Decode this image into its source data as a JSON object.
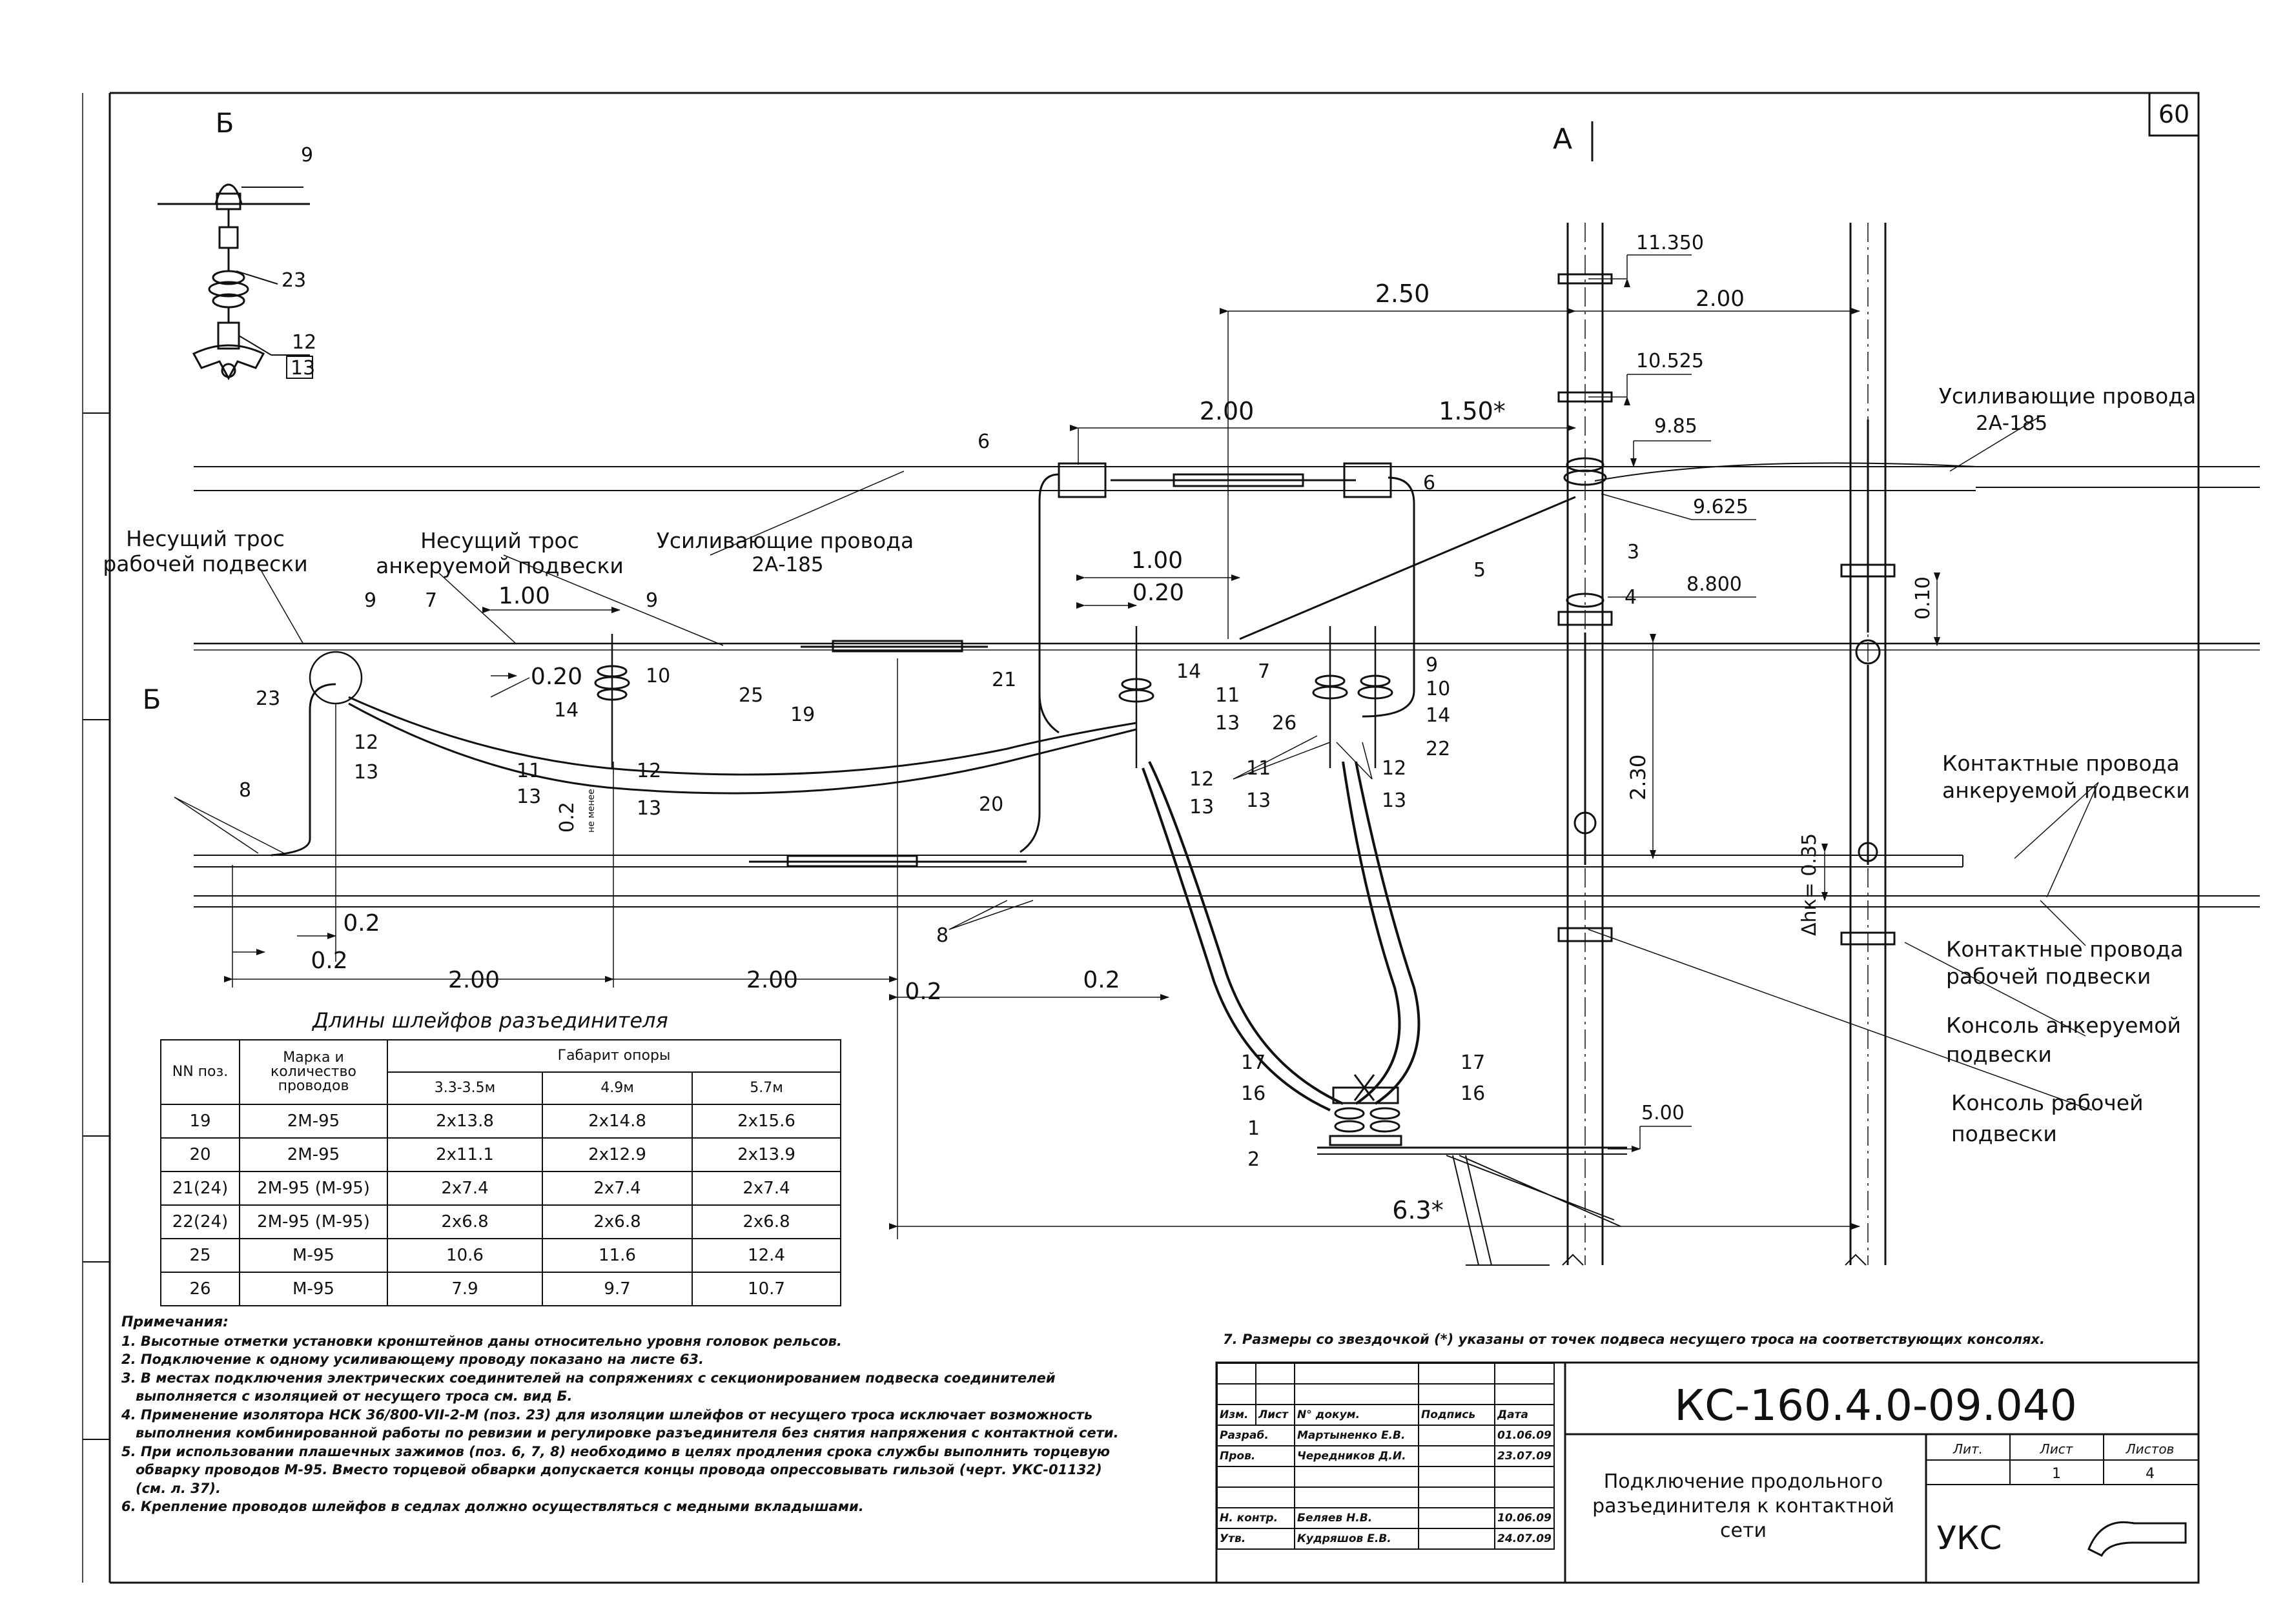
{
  "sheet_number": "60",
  "view_labels": {
    "section_b": "Б",
    "section_b_marker": "Б",
    "view_a": "А"
  },
  "detail_b_callouts": [
    "9",
    "23",
    "12",
    "13"
  ],
  "wire_labels": {
    "carrier_working_line1": "Несущий трос",
    "carrier_working_line2": "рабочей подвески",
    "carrier_anchored_line1": "Несущий трос",
    "carrier_anchored_line2": "анкеруемой подвески",
    "reinforcing_left_line1": "Усиливающие провода",
    "reinforcing_left_line2": "2А-185",
    "reinforcing_right_line1": "Усиливающие провода",
    "reinforcing_right_line2": "2А-185",
    "contact_anchored_line1": "Контактные провода",
    "contact_anchored_line2": "анкеруемой подвески",
    "contact_working_line1": "Контактные провода",
    "contact_working_line2": "рабочей подвески",
    "console_anchored_line1": "Консоль анкеруемой",
    "console_anchored_line2": "подвески",
    "console_working_line1": "Консоль рабочей",
    "console_working_line2": "подвески"
  },
  "elevations": [
    "11.350",
    "10.525",
    "9.85",
    "9.625",
    "8.800",
    "5.00"
  ],
  "dimensions": {
    "d_2_50": "2.50",
    "d_2_00_top": "2.00",
    "d_2_00_mid": "2.00",
    "d_1_50": "1.50*",
    "d_1_00_left": "1.00",
    "d_1_00_mid": "1.00",
    "d_0_20_left": "0.20",
    "d_0_20_mid": "0.20",
    "d_0_2_a": "0.2",
    "d_0_2_b": "0.2",
    "d_0_2_c": "0.2",
    "d_0_2_d": "0.2",
    "d_0_2_vert": "0.2",
    "d_not_less": "не менее",
    "d_2_00_bl": "2.00",
    "d_2_00_bm": "2.00",
    "d_2_30": "2.30",
    "d_0_10": "0.10",
    "d_6_3": "6.3*",
    "d_delta_h": "Δhк= 0.35"
  },
  "callouts": [
    "6",
    "6",
    "7",
    "9",
    "10",
    "14",
    "11",
    "13",
    "12",
    "13",
    "25",
    "19",
    "20",
    "21",
    "8",
    "8",
    "11",
    "13",
    "12",
    "13",
    "14",
    "7",
    "26",
    "9",
    "10",
    "14",
    "22",
    "11",
    "12",
    "13",
    "13",
    "3",
    "4",
    "5",
    "9",
    "23",
    "12",
    "13",
    "17",
    "16",
    "17",
    "16",
    "1",
    "2"
  ],
  "loops_table": {
    "title": "Длины шлейфов разъединителя",
    "headers": {
      "pos": "NN поз.",
      "mark": "Марка и количество проводов",
      "support": "Габарит опоры",
      "sizes": [
        "3.3-3.5м",
        "4.9м",
        "5.7м"
      ]
    },
    "rows": [
      {
        "pos": "19",
        "mark": "2М-95",
        "v1": "2x13.8",
        "v2": "2x14.8",
        "v3": "2x15.6"
      },
      {
        "pos": "20",
        "mark": "2М-95",
        "v1": "2x11.1",
        "v2": "2x12.9",
        "v3": "2x13.9"
      },
      {
        "pos": "21(24)",
        "mark": "2М-95 (М-95)",
        "v1": "2x7.4",
        "v2": "2x7.4",
        "v3": "2x7.4"
      },
      {
        "pos": "22(24)",
        "mark": "2М-95 (М-95)",
        "v1": "2x6.8",
        "v2": "2x6.8",
        "v3": "2x6.8"
      },
      {
        "pos": "25",
        "mark": "М-95",
        "v1": "10.6",
        "v2": "11.6",
        "v3": "12.4"
      },
      {
        "pos": "26",
        "mark": "М-95",
        "v1": "7.9",
        "v2": "9.7",
        "v3": "10.7"
      }
    ]
  },
  "notes": {
    "header": "Примечания:",
    "n1": "1. Высотные отметки установки кронштейнов даны относительно уровня головок рельсов.",
    "n2": "2. Подключение к одному усиливающему проводу показано на листе 63.",
    "n3a": "3. В местах подключения электрических соединителей на сопряжениях с секционированием подвеска соединителей",
    "n3b": "выполняется с изоляцией от несущего троса см. вид Б.",
    "n4a": "4. Применение изолятора НСК 36/800-VII-2-М (поз. 23) для изоляции шлейфов от несущего троса исключает возможность",
    "n4b": "выполнения комбинированной работы по ревизии и регулировке разъединителя без снятия напряжения с контактной сети.",
    "n5a": "5. При использовании плашечных зажимов (поз. 6, 7, 8) необходимо в целях продления срока службы выполнить торцевую",
    "n5b": "обварку проводов М-95. Вместо торцевой обварки допускается концы провода опрессовывать гильзой (черт. УКС-01132)",
    "n5c": "(см. л. 37).",
    "n6": "6. Крепление проводов шлейфов в седлах должно осуществляться с медными вкладышами.",
    "n7": "7. Размеры со звездочкой (*) указаны от точек подвеса несущего троса на соответствующих консолях."
  },
  "title_block": {
    "doc_code": "КС-160.4.0-09.040",
    "title_line1": "Подключение продольного",
    "title_line2": "разъединителя к контактной",
    "title_line3": "сети",
    "col_izm": "Изм.",
    "col_list": "Лист",
    "col_doc": "N° докум.",
    "col_sign": "Подпись",
    "col_date": "Дата",
    "roles": [
      {
        "role": "Разраб.",
        "name": "Мартыненко Е.В.",
        "date": "01.06.09"
      },
      {
        "role": "Пров.",
        "name": "Чередников Д.И.",
        "date": "23.07.09"
      },
      {
        "role": "Н. контр.",
        "name": "Беляев Н.В.",
        "date": "10.06.09"
      },
      {
        "role": "Утв.",
        "name": "Кудряшов Е.В.",
        "date": "24.07.09"
      }
    ],
    "lit_label": "Лит.",
    "sheet_label": "Лист",
    "sheets_label": "Листов",
    "sheet_value": "1",
    "sheets_value": "4",
    "org": "УКС"
  }
}
